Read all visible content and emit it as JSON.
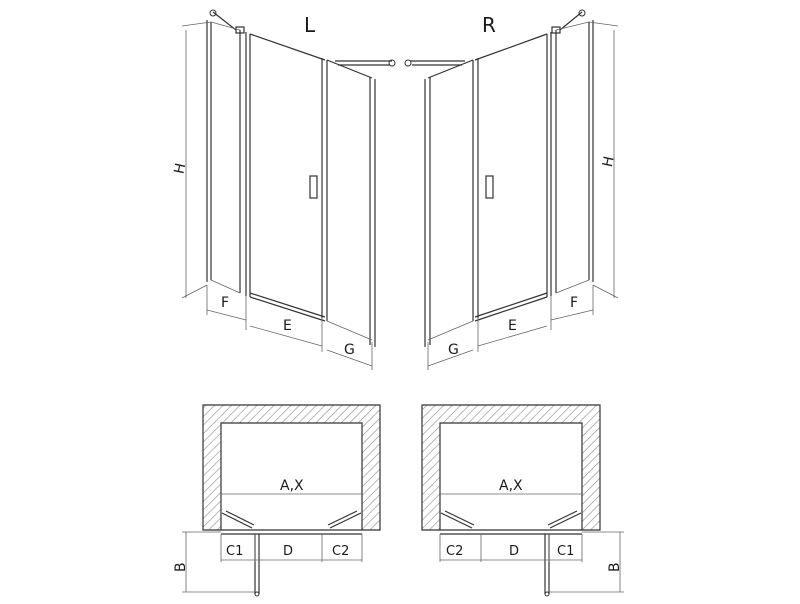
{
  "variants": {
    "left": "L",
    "right": "R"
  },
  "dimensions": {
    "height": "H",
    "fixed_panel": "F",
    "door_width": "E",
    "side_panel": "G",
    "total_width": "A,X",
    "door_opening": "D",
    "segment_1": "C1",
    "segment_2": "C2",
    "depth": "B"
  },
  "colors": {
    "line": "#333333",
    "hatch": "#8a8a8a",
    "background": "#ffffff"
  }
}
